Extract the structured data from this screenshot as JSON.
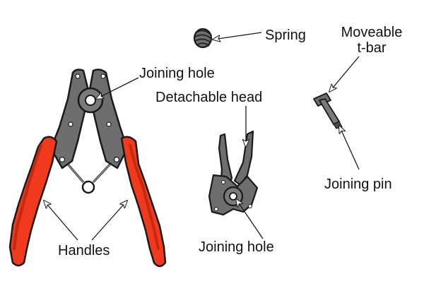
{
  "labels": {
    "spring": "Spring",
    "moveable_tbar_line1": "Moveable",
    "moveable_tbar_line2": "t-bar",
    "joining_hole_main": "Joining hole",
    "detachable_head": "Detachable head",
    "joining_pin": "Joining pin",
    "handles": "Handles",
    "joining_hole_head": "Joining hole"
  },
  "colors": {
    "handle_red": "#f0391d",
    "handle_red_dark": "#c42a10",
    "metal_gray": "#6e6e6e",
    "metal_gray_light": "#9a9a9a",
    "outline": "#1a1a1a",
    "text": "#111111",
    "background": "#ffffff"
  },
  "parts": [
    {
      "name": "pliers-body",
      "icon": "pliers-icon"
    },
    {
      "name": "spring",
      "icon": "coil-spring-icon"
    },
    {
      "name": "detachable-head",
      "icon": "plier-jaw-icon"
    },
    {
      "name": "moveable-tbar",
      "icon": "tbar-pin-icon"
    }
  ]
}
